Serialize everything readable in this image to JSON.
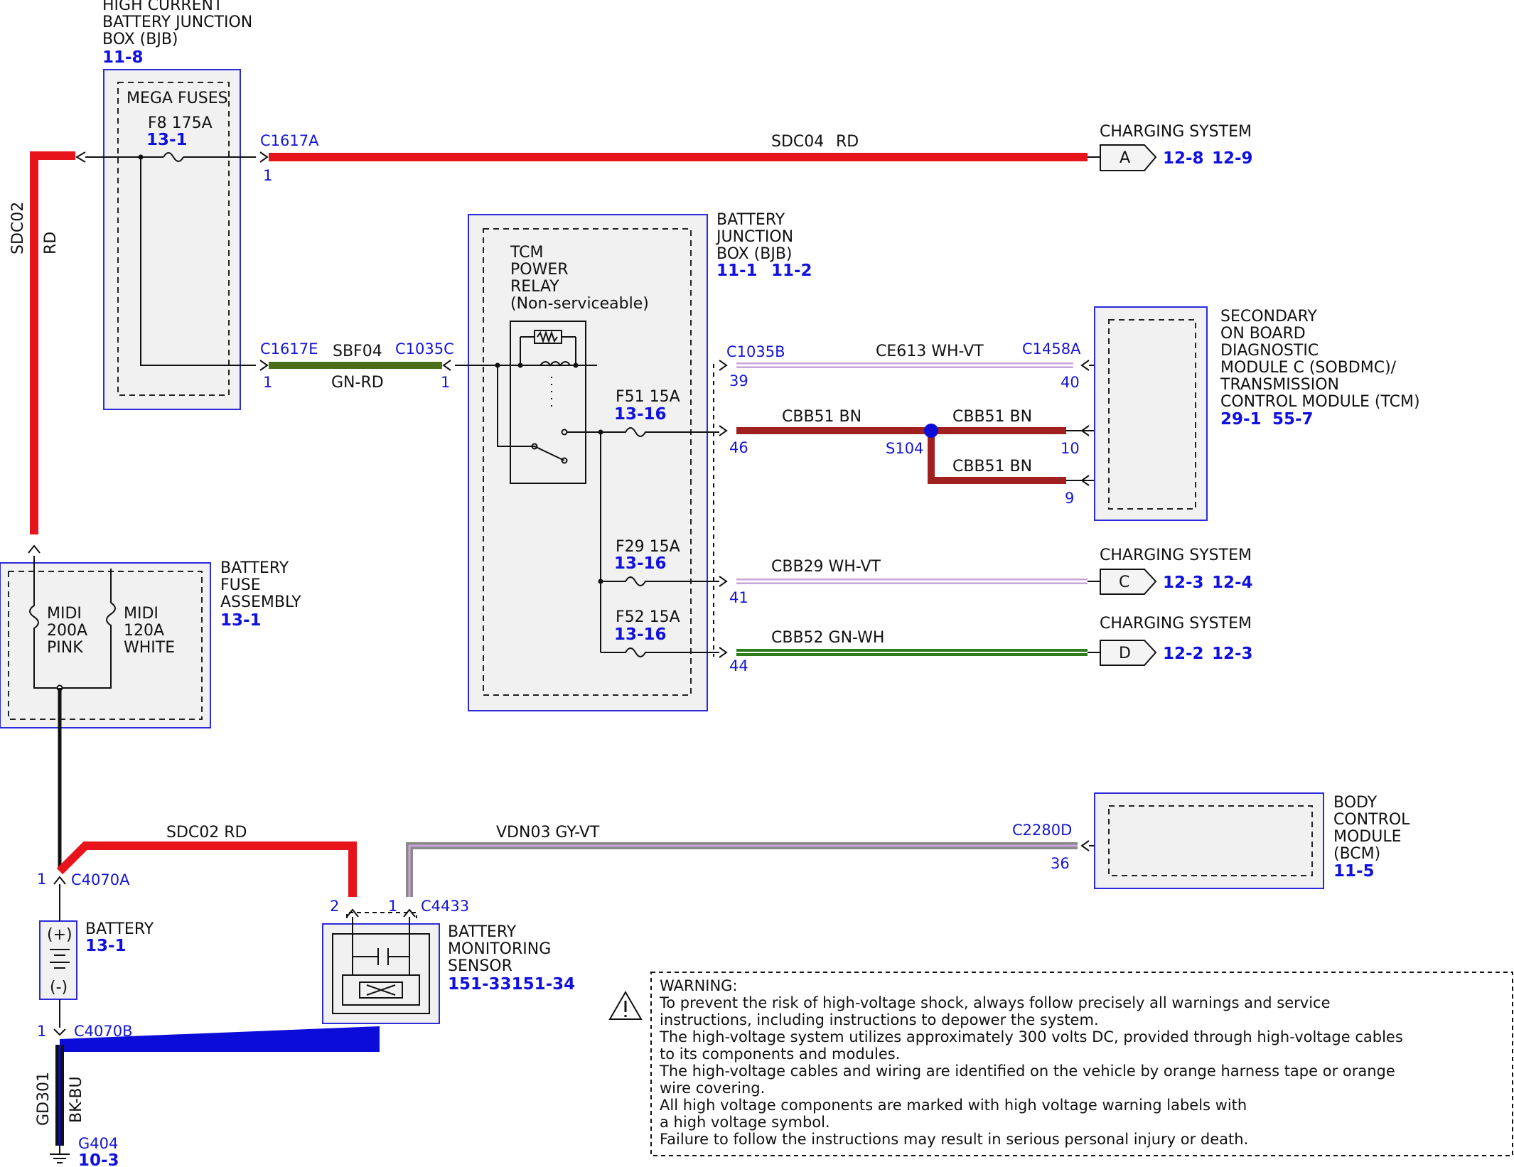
{
  "components": {
    "hc_bjb": {
      "name_lines": [
        "HIGH CURRENT",
        "BATTERY JUNCTION",
        "BOX (BJB)"
      ],
      "refs": [
        "11-8"
      ],
      "inner_label": "MEGA FUSES",
      "fuse_label": "F8   175A",
      "fuse_ref": "13-1"
    },
    "bjb": {
      "name_lines": [
        "BATTERY",
        "JUNCTION",
        "BOX (BJB)"
      ],
      "refs": [
        "11-1",
        "11-2"
      ],
      "relay_lines": [
        "TCM",
        "POWER",
        "RELAY",
        "(Non-serviceable)"
      ]
    },
    "sobdmc": {
      "name_lines": [
        "SECONDARY",
        "ON BOARD",
        "DIAGNOSTIC",
        "MODULE C (SOBDMC)/",
        "TRANSMISSION",
        "CONTROL MODULE (TCM)"
      ],
      "refs": [
        "29-1",
        "55-7"
      ]
    },
    "fuse_assembly": {
      "name_lines": [
        "BATTERY",
        "FUSE",
        "ASSEMBLY"
      ],
      "refs": [
        "13-1"
      ],
      "midi1_lines": [
        "MIDI",
        "200A",
        "PINK"
      ],
      "midi2_lines": [
        "MIDI",
        "120A",
        "WHITE"
      ]
    },
    "battery": {
      "name": "BATTERY",
      "ref": "13-1",
      "plus": "(+)",
      "minus": "(-)"
    },
    "bms": {
      "name_lines": [
        "BATTERY",
        "MONITORING",
        "SENSOR"
      ],
      "ref": "151-33151-34"
    },
    "bcm": {
      "name_lines": [
        "BODY",
        "CONTROL",
        "MODULE",
        "(BCM)"
      ],
      "refs": [
        "11-5"
      ]
    }
  },
  "fuses": {
    "f51": {
      "label": "F51  15A",
      "ref": "13-16"
    },
    "f29": {
      "label": "F29  15A",
      "ref": "13-16"
    },
    "f52": {
      "label": "F52  15A",
      "ref": "13-16"
    }
  },
  "charging": [
    {
      "label": "CHARGING SYSTEM",
      "letter": "A",
      "refs": [
        "12-8",
        "12-9"
      ]
    },
    {
      "label": "CHARGING SYSTEM",
      "letter": "C",
      "refs": [
        "12-3",
        "12-4"
      ]
    },
    {
      "label": "CHARGING SYSTEM",
      "letter": "D",
      "refs": [
        "12-2",
        "12-3"
      ]
    }
  ],
  "connectors": {
    "c1617a": "C1617A",
    "c1617e": "C1617E",
    "c1035c": "C1035C",
    "c1035b": "C1035B",
    "c1458a": "C1458A",
    "c2280d": "C2280D",
    "c4070a": "C4070A",
    "c4070b": "C4070B",
    "c4433": "C4433",
    "s104": "S104",
    "g404": "G404",
    "g404_ref": "10-3"
  },
  "pins": {
    "p1617a": "1",
    "p1617e": "1",
    "p1035c": "1",
    "p39": "39",
    "p40": "40",
    "p46": "46",
    "p10": "10",
    "p9": "9",
    "p41": "41",
    "p44": "44",
    "p36": "36",
    "p4070a": "1",
    "p4070b": "1",
    "p4433_2": "2",
    "p4433_1": "1"
  },
  "wires": {
    "sdc04_code": "SDC04",
    "sdc04_color": "RD",
    "sdc02_code": "SDC02",
    "sdc02_color": "RD",
    "sdc02b": "SDC02  RD",
    "sbf04_code": "SBF04",
    "sbf04_color": "GN-RD",
    "ce613": "CE613   WH-VT",
    "cbb51": "CBB51   BN",
    "cbb29": "CBB29   WH-VT",
    "cbb52": "CBB52   GN-WH",
    "vdn03": "VDN03   GY-VT",
    "gd301_code": "GD301",
    "gd301_color": "BK-BU"
  },
  "colors": {
    "red": "#e8141b",
    "darkred": "#a02020",
    "green": "#2e7d1a",
    "olive": "#4a6e1a",
    "blue": "#0c0cd8",
    "gray": "#8a8a8a",
    "violet": "#c9a3d9",
    "black": "#111111"
  },
  "warning": {
    "title": "WARNING:",
    "lines": [
      "To prevent the risk of high-voltage shock, always follow precisely all warnings and service",
      "instructions, including instructions to depower the system.",
      "The high-voltage system utilizes approximately 300 volts DC, provided through high-voltage cables",
      "to its components and modules.",
      "The high-voltage cables and wiring are identified on the vehicle by orange harness tape or orange",
      "wire covering.",
      "All high voltage components are marked with high voltage warning labels with",
      "a high voltage symbol.",
      "Failure to follow the instructions may result in serious personal injury or death."
    ]
  }
}
